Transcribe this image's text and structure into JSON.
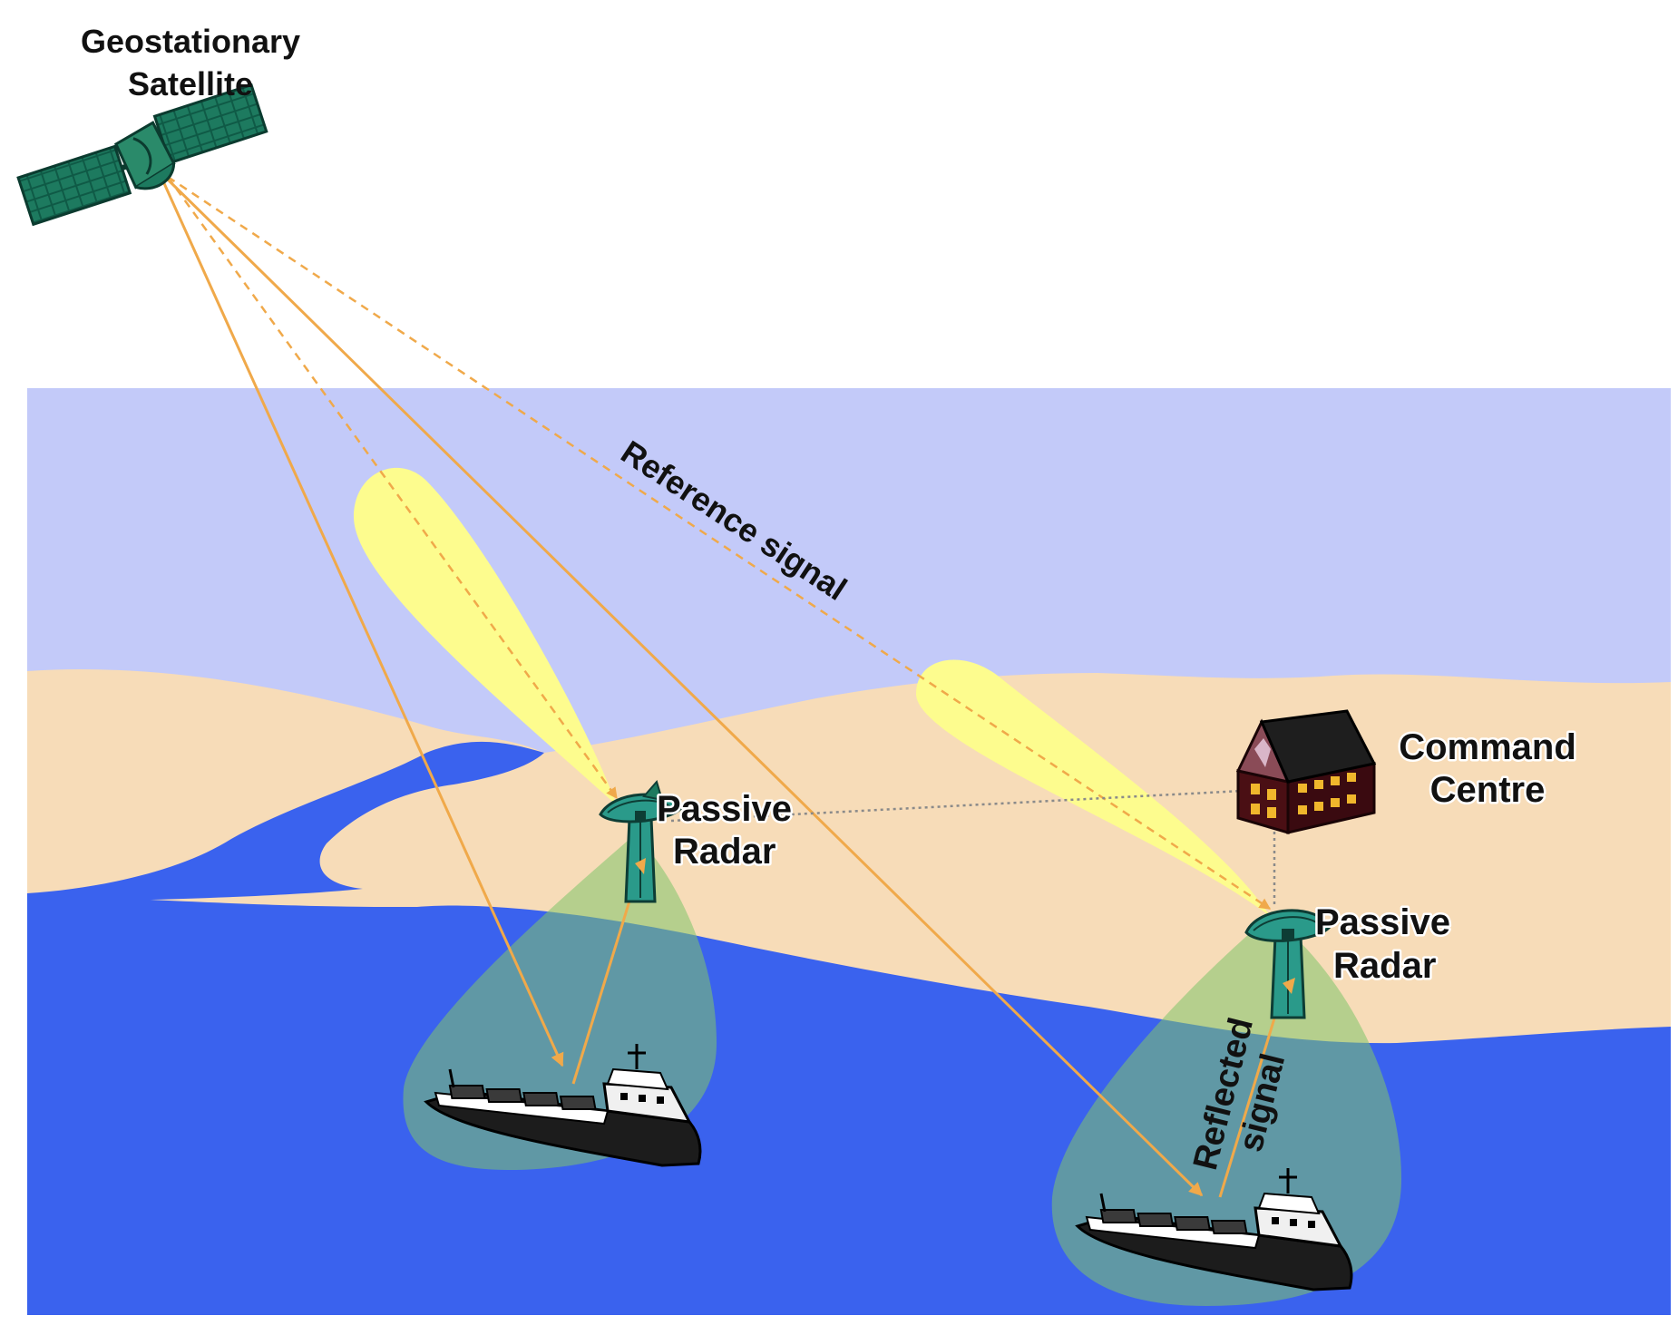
{
  "labels": {
    "satellite_line1": "Geostationary",
    "satellite_line2": "Satellite",
    "reference_signal": "Reference signal",
    "reflected_line1": "Reflected",
    "reflected_line2": "signal",
    "radar1_line1": "Passive",
    "radar1_line2": "Radar",
    "radar2_line1": "Passive",
    "radar2_line2": "Radar",
    "command_line1": "Command",
    "command_line2": "Centre"
  },
  "colors": {
    "sky": "#c3caf9",
    "sea": "#3a62ee",
    "land": "#f7dcb8",
    "beam": "#fdfc8e",
    "coverage": "#9bd25a",
    "signal": "#f0a94a",
    "satellite": "#17624f",
    "radar": "#2a9a8a",
    "building": "#4a0f14"
  },
  "icons": [
    "satellite-icon",
    "radar-tower-icon",
    "ship-icon",
    "building-icon"
  ]
}
